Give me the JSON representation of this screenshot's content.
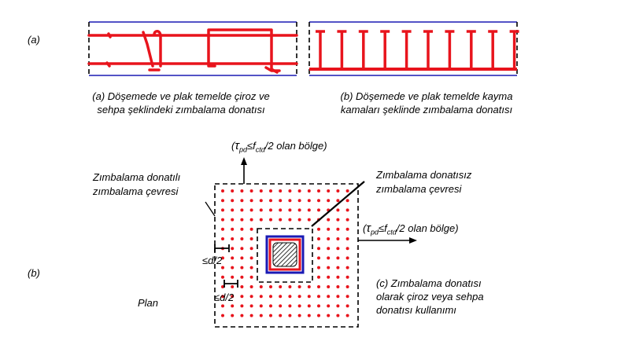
{
  "labels": {
    "part_a": "(a)",
    "part_b": "(b)",
    "plan": "Plan"
  },
  "captions": {
    "a": [
      "(a) Döşemede ve plak temelde çiroz ve",
      "sehpa şeklindeki zımbalama donatısı"
    ],
    "b": [
      "(b) Döşemede ve plak temelde kayma",
      "kamaları şeklinde zımbalama donatısı"
    ],
    "c": [
      "(c) Zımbalama donatısı",
      "olarak çiroz veya sehpa",
      "donatısı kullanımı"
    ]
  },
  "annotations": {
    "zone_top": {
      "open": "(",
      "tau": "τ",
      "tau_sub": "pd",
      "lte": "≤",
      "f": "f",
      "f_sub": "ctd",
      "rest": "/2 olan bölge)"
    },
    "zone_right": {
      "open": "(",
      "tau": "τ",
      "tau_sub": "pd",
      "lte": "≤",
      "f": "f",
      "f_sub": "ctd",
      "rest": "/2 olan bölge)"
    },
    "perimeter_with": [
      "Zımbalama donatılı",
      "zımbalama çevresi"
    ],
    "perimeter_without": [
      "Zımbalama donatısız",
      "zımbalama çevresi"
    ],
    "spacing_1": "≤d/2",
    "spacing_2": "≤d/2"
  },
  "colors": {
    "rebar_red": "#e8141c",
    "slab_blue": "#1a1ab4",
    "outline_black": "#000000"
  }
}
